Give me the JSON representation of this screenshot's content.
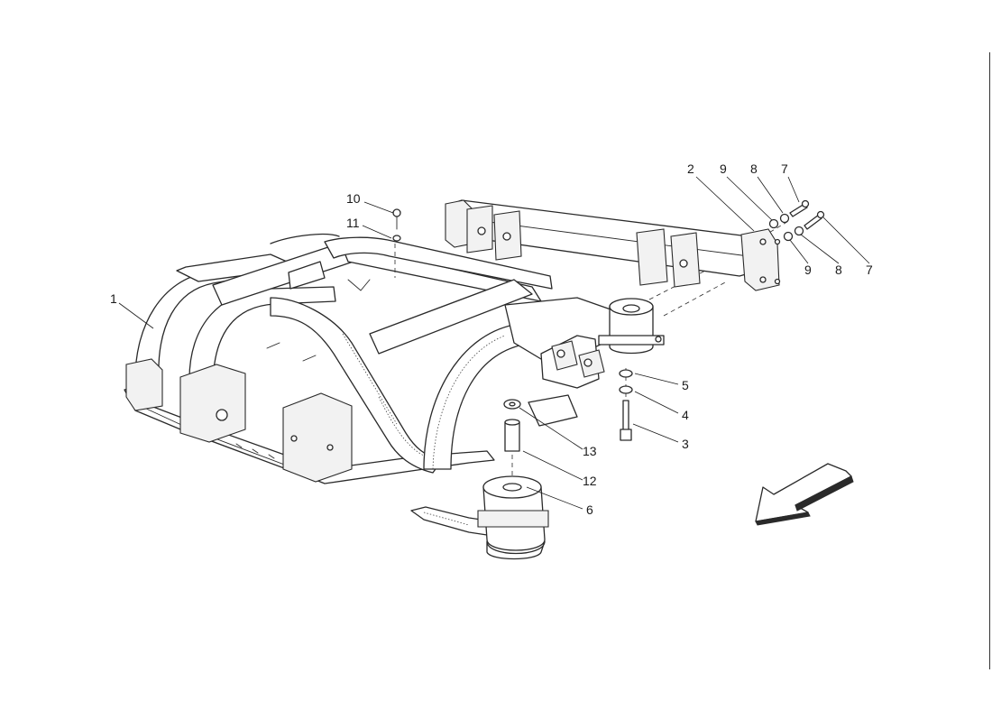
{
  "callouts": [
    {
      "id": "c1",
      "label": "1"
    },
    {
      "id": "c2",
      "label": "2"
    },
    {
      "id": "c3",
      "label": "3"
    },
    {
      "id": "c4",
      "label": "4"
    },
    {
      "id": "c5",
      "label": "5"
    },
    {
      "id": "c6",
      "label": "6"
    },
    {
      "id": "c7a",
      "label": "7"
    },
    {
      "id": "c7b",
      "label": "7"
    },
    {
      "id": "c8a",
      "label": "8"
    },
    {
      "id": "c8b",
      "label": "8"
    },
    {
      "id": "c9a",
      "label": "9"
    },
    {
      "id": "c9b",
      "label": "9"
    },
    {
      "id": "c10",
      "label": "10"
    },
    {
      "id": "c11",
      "label": "11"
    },
    {
      "id": "c12",
      "label": "12"
    },
    {
      "id": "c13",
      "label": "13"
    }
  ],
  "icons": {
    "direction": "direction-arrow-icon"
  }
}
